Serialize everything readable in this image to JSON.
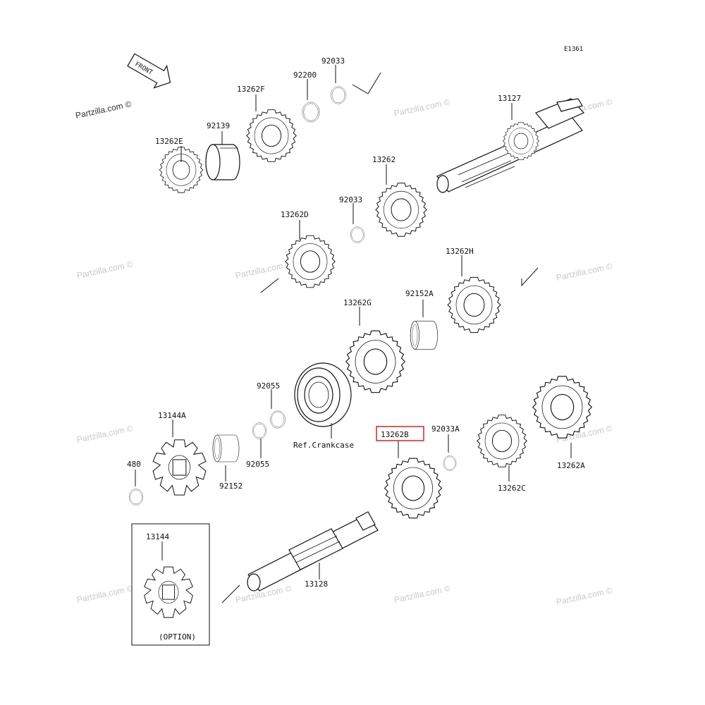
{
  "diagram_code": "E1361",
  "brand_watermark": "Partzilla.com ©",
  "watermark_text": "Partzilla.com ©",
  "front_arrow_label": "FRONT",
  "labels": {
    "p13262E": "13262E",
    "p92139": "92139",
    "p13262F": "13262F",
    "p92200": "92200",
    "p92033_top": "92033",
    "p13127": "13127",
    "p13262": "13262",
    "p92033_mid": "92033",
    "p13262D": "13262D",
    "p13262H": "13262H",
    "p92152A": "92152A",
    "p13262G": "13262G",
    "p92055_top": "92055",
    "p92055_bot": "92055",
    "p13144A": "13144A",
    "p480": "480",
    "p92152": "92152",
    "ref_crankcase": "Ref.Crankcase",
    "p13262B": "13262B",
    "p92033A": "92033A",
    "p13262C": "13262C",
    "p13262A": "13262A",
    "p13128": "13128",
    "p13144": "13144",
    "option": "(OPTION)"
  },
  "highlight_color": "#e02020"
}
